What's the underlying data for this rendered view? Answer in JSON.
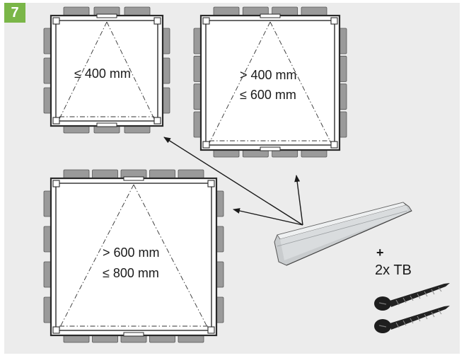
{
  "step": {
    "number": "7"
  },
  "frames": [
    {
      "id": "small",
      "line1": "≤ 400 mm",
      "line2": ""
    },
    {
      "id": "medium",
      "line1": "> 400 mm",
      "line2": "≤ 600 mm"
    },
    {
      "id": "large",
      "line1": "> 600 mm",
      "line2": "≤ 800 mm"
    }
  ],
  "accessory": {
    "plus": "+",
    "screws": "2x TB"
  },
  "colors": {
    "step_badge": "#7ab648",
    "panel": "#ececec",
    "tile": "#9a9a9a",
    "frame": "#2a2a2a",
    "plate": "#d6d8da"
  }
}
